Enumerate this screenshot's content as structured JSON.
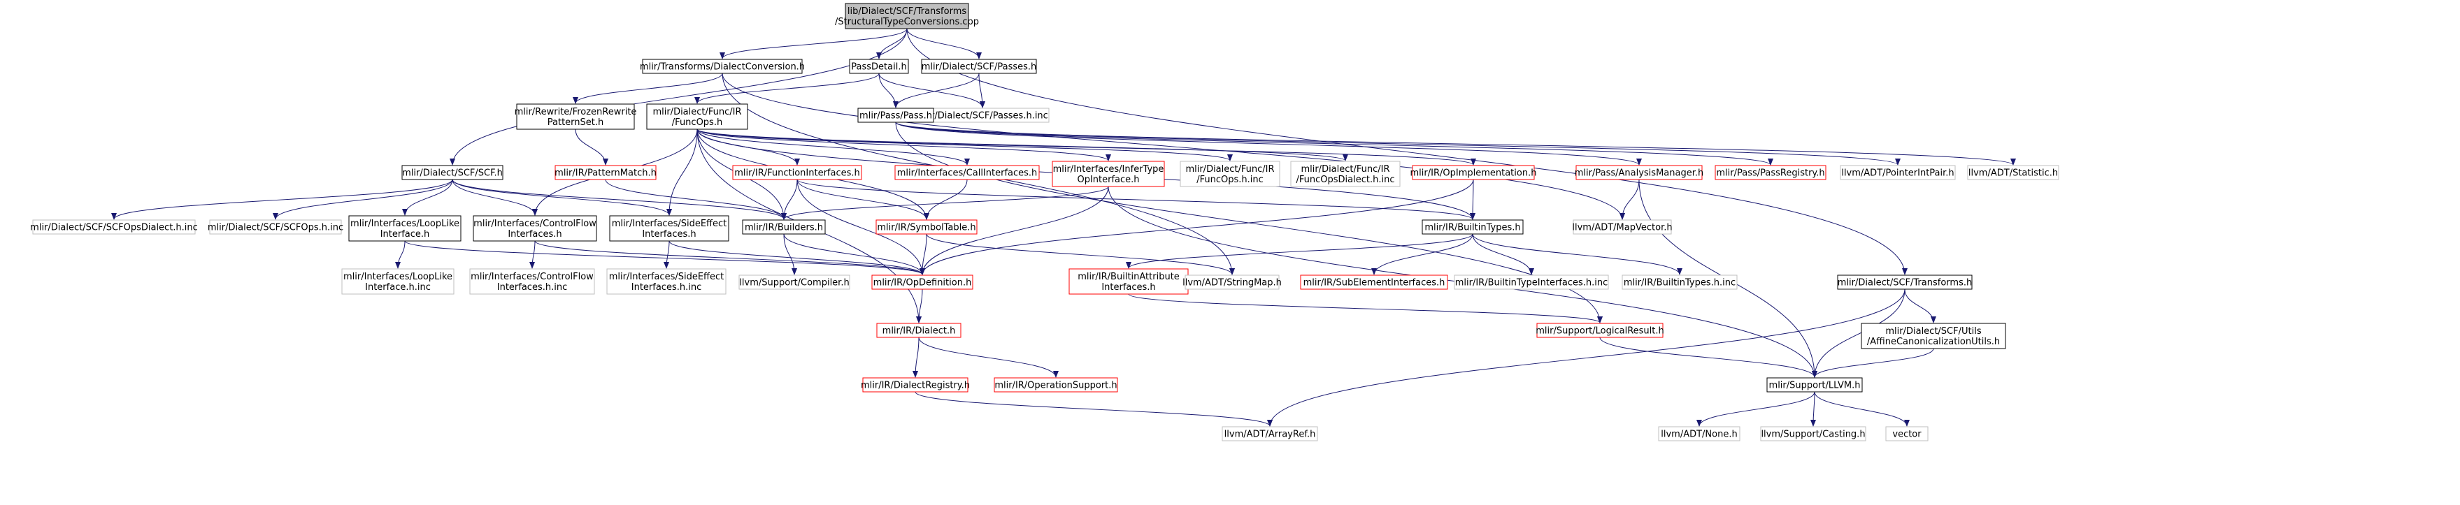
{
  "diagram": {
    "nodes": [
      {
        "id": "root",
        "lines": [
          "lib/Dialect/SCF/Transforms",
          "/StructuralTypeConversions.cpp"
        ],
        "style": "root"
      },
      {
        "id": "dialectconv",
        "lines": [
          "mlir/Transforms/DialectConversion.h"
        ],
        "style": "normal"
      },
      {
        "id": "passdetail",
        "lines": [
          "PassDetail.h"
        ],
        "style": "normal"
      },
      {
        "id": "scfpasses",
        "lines": [
          "mlir/Dialect/SCF/Passes.h"
        ],
        "style": "normal"
      },
      {
        "id": "frozen",
        "lines": [
          "mlir/Rewrite/FrozenRewrite",
          "PatternSet.h"
        ],
        "style": "normal"
      },
      {
        "id": "funcops",
        "lines": [
          "mlir/Dialect/Func/IR",
          "/FuncOps.h"
        ],
        "style": "normal"
      },
      {
        "id": "scfpassesinc",
        "lines": [
          "mlir/Dialect/SCF/Passes.h.inc"
        ],
        "style": "gray"
      },
      {
        "id": "passpass",
        "lines": [
          "mlir/Pass/Pass.h"
        ],
        "style": "normal"
      },
      {
        "id": "scfh",
        "lines": [
          "mlir/Dialect/SCF/SCF.h"
        ],
        "style": "normal"
      },
      {
        "id": "patternmatch",
        "lines": [
          "mlir/IR/PatternMatch.h"
        ],
        "style": "red"
      },
      {
        "id": "funciface",
        "lines": [
          "mlir/IR/FunctionInterfaces.h"
        ],
        "style": "red"
      },
      {
        "id": "calliface",
        "lines": [
          "mlir/Interfaces/CallInterfaces.h"
        ],
        "style": "red"
      },
      {
        "id": "infertype",
        "lines": [
          "mlir/Interfaces/InferType",
          "OpInterface.h"
        ],
        "style": "red"
      },
      {
        "id": "funcopsinc",
        "lines": [
          "mlir/Dialect/Func/IR",
          "/FuncOps.h.inc"
        ],
        "style": "gray"
      },
      {
        "id": "funcopsdialect",
        "lines": [
          "mlir/Dialect/Func/IR",
          "/FuncOpsDialect.h.inc"
        ],
        "style": "gray"
      },
      {
        "id": "opimpl",
        "lines": [
          "mlir/IR/OpImplementation.h"
        ],
        "style": "red"
      },
      {
        "id": "analysismgr",
        "lines": [
          "mlir/Pass/AnalysisManager.h"
        ],
        "style": "red"
      },
      {
        "id": "passregistry",
        "lines": [
          "mlir/Pass/PassRegistry.h"
        ],
        "style": "red"
      },
      {
        "id": "pointerintpair",
        "lines": [
          "llvm/ADT/PointerIntPair.h"
        ],
        "style": "gray"
      },
      {
        "id": "statistic",
        "lines": [
          "llvm/ADT/Statistic.h"
        ],
        "style": "gray"
      },
      {
        "id": "scfopsdialect",
        "lines": [
          "mlir/Dialect/SCF/SCFOpsDialect.h.inc"
        ],
        "style": "gray"
      },
      {
        "id": "scfopsinc",
        "lines": [
          "mlir/Dialect/SCF/SCFOps.h.inc"
        ],
        "style": "gray"
      },
      {
        "id": "looplike",
        "lines": [
          "mlir/Interfaces/LoopLike",
          "Interface.h"
        ],
        "style": "normal"
      },
      {
        "id": "controlflow",
        "lines": [
          "mlir/Interfaces/ControlFlow",
          "Interfaces.h"
        ],
        "style": "normal"
      },
      {
        "id": "sideeffect",
        "lines": [
          "mlir/Interfaces/SideEffect",
          "Interfaces.h"
        ],
        "style": "normal"
      },
      {
        "id": "builders",
        "lines": [
          "mlir/IR/Builders.h"
        ],
        "style": "normal"
      },
      {
        "id": "symboltable",
        "lines": [
          "mlir/IR/SymbolTable.h"
        ],
        "style": "red"
      },
      {
        "id": "builtintypes",
        "lines": [
          "mlir/IR/BuiltinTypes.h"
        ],
        "style": "normal"
      },
      {
        "id": "mapvector",
        "lines": [
          "llvm/ADT/MapVector.h"
        ],
        "style": "gray"
      },
      {
        "id": "looplikeinc",
        "lines": [
          "mlir/Interfaces/LoopLike",
          "Interface.h.inc"
        ],
        "style": "gray"
      },
      {
        "id": "controlflowinc",
        "lines": [
          "mlir/Interfaces/ControlFlow",
          "Interfaces.h.inc"
        ],
        "style": "gray"
      },
      {
        "id": "sideeffectinc",
        "lines": [
          "mlir/Interfaces/SideEffect",
          "Interfaces.h.inc"
        ],
        "style": "gray"
      },
      {
        "id": "compiler",
        "lines": [
          "llvm/Support/Compiler.h"
        ],
        "style": "gray"
      },
      {
        "id": "opdefinition",
        "lines": [
          "mlir/IR/OpDefinition.h"
        ],
        "style": "red"
      },
      {
        "id": "builtinattr",
        "lines": [
          "mlir/IR/BuiltinAttribute",
          "Interfaces.h"
        ],
        "style": "red"
      },
      {
        "id": "stringmap",
        "lines": [
          "llvm/ADT/StringMap.h"
        ],
        "style": "gray"
      },
      {
        "id": "subelement",
        "lines": [
          "mlir/IR/SubElementInterfaces.h"
        ],
        "style": "red"
      },
      {
        "id": "builtintypeiface",
        "lines": [
          "mlir/IR/BuiltinTypeInterfaces.h.inc"
        ],
        "style": "gray"
      },
      {
        "id": "builtintypesinc",
        "lines": [
          "mlir/IR/BuiltinTypes.h.inc"
        ],
        "style": "gray"
      },
      {
        "id": "scftransforms",
        "lines": [
          "mlir/Dialect/SCF/Transforms.h"
        ],
        "style": "normal"
      },
      {
        "id": "irdialect",
        "lines": [
          "mlir/IR/Dialect.h"
        ],
        "style": "red"
      },
      {
        "id": "logicalresult",
        "lines": [
          "mlir/Support/LogicalResult.h"
        ],
        "style": "red"
      },
      {
        "id": "affinecanon",
        "lines": [
          "mlir/Dialect/SCF/Utils",
          "/AffineCanonicalizationUtils.h"
        ],
        "style": "normal"
      },
      {
        "id": "dialectregistry",
        "lines": [
          "mlir/IR/DialectRegistry.h"
        ],
        "style": "red"
      },
      {
        "id": "opsupport",
        "lines": [
          "mlir/IR/OperationSupport.h"
        ],
        "style": "red"
      },
      {
        "id": "llvmh",
        "lines": [
          "mlir/Support/LLVM.h"
        ],
        "style": "normal"
      },
      {
        "id": "arrayref",
        "lines": [
          "llvm/ADT/ArrayRef.h"
        ],
        "style": "gray"
      },
      {
        "id": "none",
        "lines": [
          "llvm/ADT/None.h"
        ],
        "style": "gray"
      },
      {
        "id": "casting",
        "lines": [
          "llvm/Support/Casting.h"
        ],
        "style": "gray"
      },
      {
        "id": "vector",
        "lines": [
          "vector"
        ],
        "style": "gray"
      }
    ],
    "edges": [
      [
        "root",
        "dialectconv"
      ],
      [
        "root",
        "passdetail"
      ],
      [
        "root",
        "scfpasses"
      ],
      [
        "root",
        "scfh"
      ],
      [
        "root",
        "scftransforms"
      ],
      [
        "dialectconv",
        "frozen"
      ],
      [
        "dialectconv",
        "mapvector"
      ],
      [
        "dialectconv",
        "stringmap"
      ],
      [
        "passdetail",
        "funcops"
      ],
      [
        "passdetail",
        "passpass"
      ],
      [
        "passdetail",
        "scfpassesinc"
      ],
      [
        "scfpasses",
        "passpass"
      ],
      [
        "scfpasses",
        "scfpassesinc"
      ],
      [
        "frozen",
        "patternmatch"
      ],
      [
        "funcops",
        "funciface"
      ],
      [
        "funcops",
        "calliface"
      ],
      [
        "funcops",
        "infertype"
      ],
      [
        "funcops",
        "funcopsinc"
      ],
      [
        "funcops",
        "funcopsdialect"
      ],
      [
        "funcops",
        "opimpl"
      ],
      [
        "funcops",
        "builtintypes"
      ],
      [
        "funcops",
        "symboltable"
      ],
      [
        "funcops",
        "controlflow"
      ],
      [
        "funcops",
        "sideeffect"
      ],
      [
        "funcops",
        "builders"
      ],
      [
        "funcops",
        "irdialect"
      ],
      [
        "passpass",
        "analysismgr"
      ],
      [
        "passpass",
        "passregistry"
      ],
      [
        "passpass",
        "pointerintpair"
      ],
      [
        "passpass",
        "statistic"
      ],
      [
        "passpass",
        "logicalresult"
      ],
      [
        "scfh",
        "scfopsdialect"
      ],
      [
        "scfh",
        "scfopsinc"
      ],
      [
        "scfh",
        "looplike"
      ],
      [
        "scfh",
        "controlflow"
      ],
      [
        "scfh",
        "sideeffect"
      ],
      [
        "scfh",
        "builders"
      ],
      [
        "patternmatch",
        "builders"
      ],
      [
        "funciface",
        "builders"
      ],
      [
        "funciface",
        "symboltable"
      ],
      [
        "funciface",
        "builtintypes"
      ],
      [
        "funciface",
        "opdefinition"
      ],
      [
        "calliface",
        "symboltable"
      ],
      [
        "infertype",
        "builders"
      ],
      [
        "infertype",
        "opdefinition"
      ],
      [
        "infertype",
        "llvmh"
      ],
      [
        "opimpl",
        "builtintypes"
      ],
      [
        "opimpl",
        "opdefinition"
      ],
      [
        "analysismgr",
        "mapvector"
      ],
      [
        "analysismgr",
        "llvmh"
      ],
      [
        "looplike",
        "looplikeinc"
      ],
      [
        "looplike",
        "opdefinition"
      ],
      [
        "controlflow",
        "controlflowinc"
      ],
      [
        "controlflow",
        "opdefinition"
      ],
      [
        "sideeffect",
        "sideeffectinc"
      ],
      [
        "sideeffect",
        "opdefinition"
      ],
      [
        "builders",
        "compiler"
      ],
      [
        "builders",
        "opdefinition"
      ],
      [
        "symboltable",
        "opdefinition"
      ],
      [
        "symboltable",
        "stringmap"
      ],
      [
        "builtintypes",
        "builtinattr"
      ],
      [
        "builtintypes",
        "subelement"
      ],
      [
        "builtintypes",
        "builtintypeiface"
      ],
      [
        "builtintypes",
        "builtintypesinc"
      ],
      [
        "opdefinition",
        "irdialect"
      ],
      [
        "builtinattr",
        "logicalresult"
      ],
      [
        "scftransforms",
        "affinecanon"
      ],
      [
        "scftransforms",
        "llvmh"
      ],
      [
        "scftransforms",
        "arrayref"
      ],
      [
        "irdialect",
        "dialectregistry"
      ],
      [
        "irdialect",
        "opsupport"
      ],
      [
        "logicalresult",
        "llvmh"
      ],
      [
        "affinecanon",
        "llvmh"
      ],
      [
        "dialectregistry",
        "arrayref"
      ],
      [
        "llvmh",
        "none"
      ],
      [
        "llvmh",
        "casting"
      ],
      [
        "llvmh",
        "vector"
      ]
    ],
    "colors": {
      "edge": "#191970",
      "normal_border": "#000000",
      "red_border": "#ff0000",
      "gray_border": "#bfbfbf",
      "root_fill": "#bfbfbf",
      "text": "#000000",
      "gray_text": "#000000"
    }
  }
}
